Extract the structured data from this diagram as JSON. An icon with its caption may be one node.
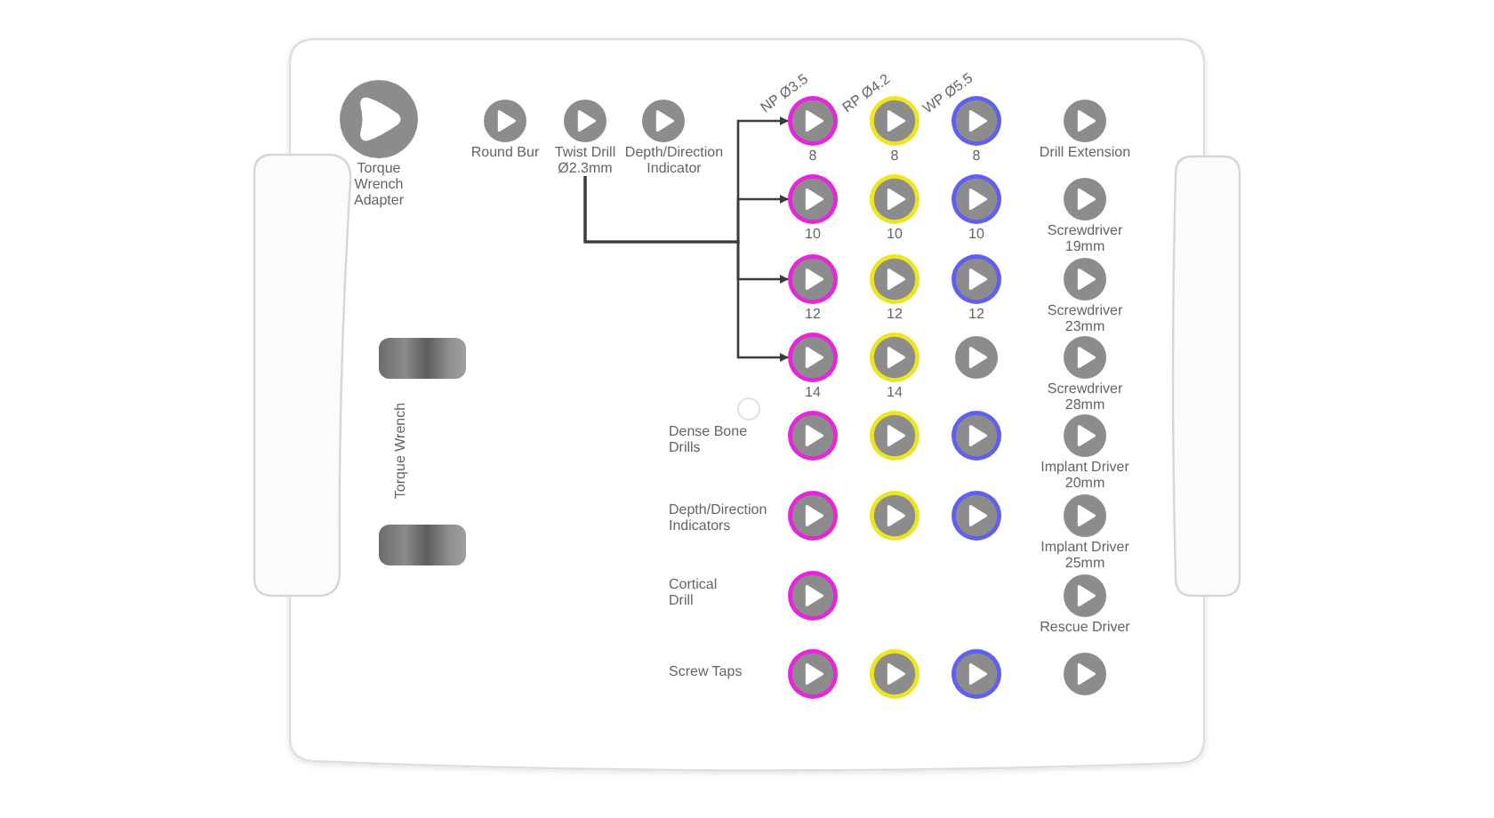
{
  "diagram": {
    "nodes": [
      {
        "text": [
          "Torque Wrench Adapter"
        ]
      },
      {
        "text": [
          "Round Bur"
        ]
      },
      {
        "text": [
          "Twist Drill Ø2.3mm"
        ]
      },
      {
        "text": [
          "Depth/Direction Indicator"
        ]
      },
      {
        "text": [
          "8"
        ]
      },
      {
        "text": [
          "8"
        ]
      },
      {
        "text": [
          "8"
        ]
      },
      {
        "text": [
          "Drill Extension"
        ]
      },
      {
        "text": [
          "10"
        ]
      },
      {
        "text": [
          "10"
        ]
      },
      {
        "text": [
          "10"
        ]
      },
      {
        "text": [
          "Screwdriver 19mm"
        ]
      },
      {
        "text": [
          "12"
        ]
      },
      {
        "text": [
          "12"
        ]
      },
      {
        "text": [
          "12"
        ]
      },
      {
        "text": [
          "Screwdriver 23mm"
        ]
      },
      {
        "text": [
          "14"
        ]
      },
      {
        "text": [
          "14"
        ]
      },
      {
        "text": [],
        "shape": "circle"
      },
      {
        "text": [
          "Screwdriver 28mm"
        ]
      },
      {
        "text": [],
        "shape": "circle"
      },
      {
        "text": [],
        "shape": "circle"
      },
      {
        "text": [],
        "shape": "circle"
      },
      {
        "text": [
          "Implant Driver 20mm"
        ]
      },
      {
        "text": [],
        "shape": "circle"
      },
      {
        "text": [],
        "shape": "circle"
      },
      {
        "text": [],
        "shape": "circle"
      },
      {
        "text": [
          "Implant Driver 25mm"
        ]
      },
      {
        "text": [],
        "shape": "circle"
      },
      {
        "text": [
          "Rescue Driver"
        ]
      },
      {
        "text": [],
        "shape": "circle"
      },
      {
        "text": [],
        "shape": "circle"
      },
      {
        "text": [],
        "shape": "circle"
      },
      {
        "text": [],
        "shape": "circle"
      }
    ],
    "edges": [
      {
        "from": 2,
        "to": 4,
        "arrow": "to"
      },
      {
        "from": 2,
        "to": 8,
        "arrow": "to"
      },
      {
        "from": 2,
        "to": 12,
        "arrow": "to"
      },
      {
        "from": 2,
        "to": 16,
        "arrow": "to"
      }
    ],
    "labels": [
      "NP Ø3.5",
      "RP Ø4.2",
      "WP Ø5.5",
      "Torque Wrench",
      "Dense Bone Drills",
      "Depth/Direction Indicators",
      "Cortical Drill",
      "Screw Taps"
    ]
  }
}
